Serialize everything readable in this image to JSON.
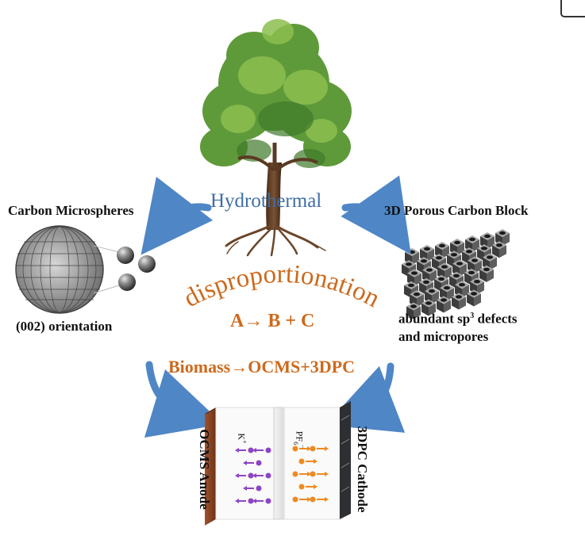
{
  "process": "Hydrothermal",
  "left_product": {
    "title": "Carbon Microspheres",
    "caption": "(002) orientation"
  },
  "right_product": {
    "title": "3D Porous Carbon Block",
    "caption_main": "abundant sp",
    "caption_sup": "3",
    "caption_rest": " defects",
    "caption_line2": "and micropores"
  },
  "reaction": {
    "arc_text": "disproportionation",
    "equation": "A→ B + C",
    "biomass": "Biomass→OCMS+3DPC"
  },
  "battery": {
    "anode_label": "OCMS Anode",
    "cathode_label": "3DPC Cathode",
    "cation_base": "K",
    "cation_sup": "+",
    "anion_base": "PF",
    "anion_sub": "6",
    "anion_sup": "−"
  },
  "colors": {
    "orange_text": "#cc6a1d",
    "blue_text": "#3e6ea6",
    "arrow_blue": "#4f86c6",
    "k_purple": "#8e44c5",
    "pf_orange": "#ef8a1f",
    "anode_brown": "#8b4423",
    "cathode_dark": "#2e2f33"
  }
}
